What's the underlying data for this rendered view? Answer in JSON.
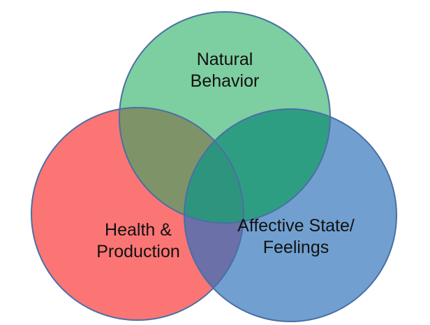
{
  "diagram": {
    "type": "venn",
    "background": "#FFFFFF",
    "stroke_color": "#4A6FA5",
    "text_color": "#111111",
    "circles": {
      "natural_behavior": {
        "label": "Natural\nBehavior",
        "fill": "#7DCEA0"
      },
      "health_production": {
        "label": "Health &\nProduction",
        "fill": "#FB7575"
      },
      "affective_state": {
        "label": "Affective State/\nFeelings",
        "fill": "#71A0D0"
      }
    },
    "overlaps": {
      "natural_health": "#7E9468",
      "natural_affective": "#2E9E83",
      "health_affective": "#6B70A9",
      "all_three": "#2D957D"
    }
  }
}
